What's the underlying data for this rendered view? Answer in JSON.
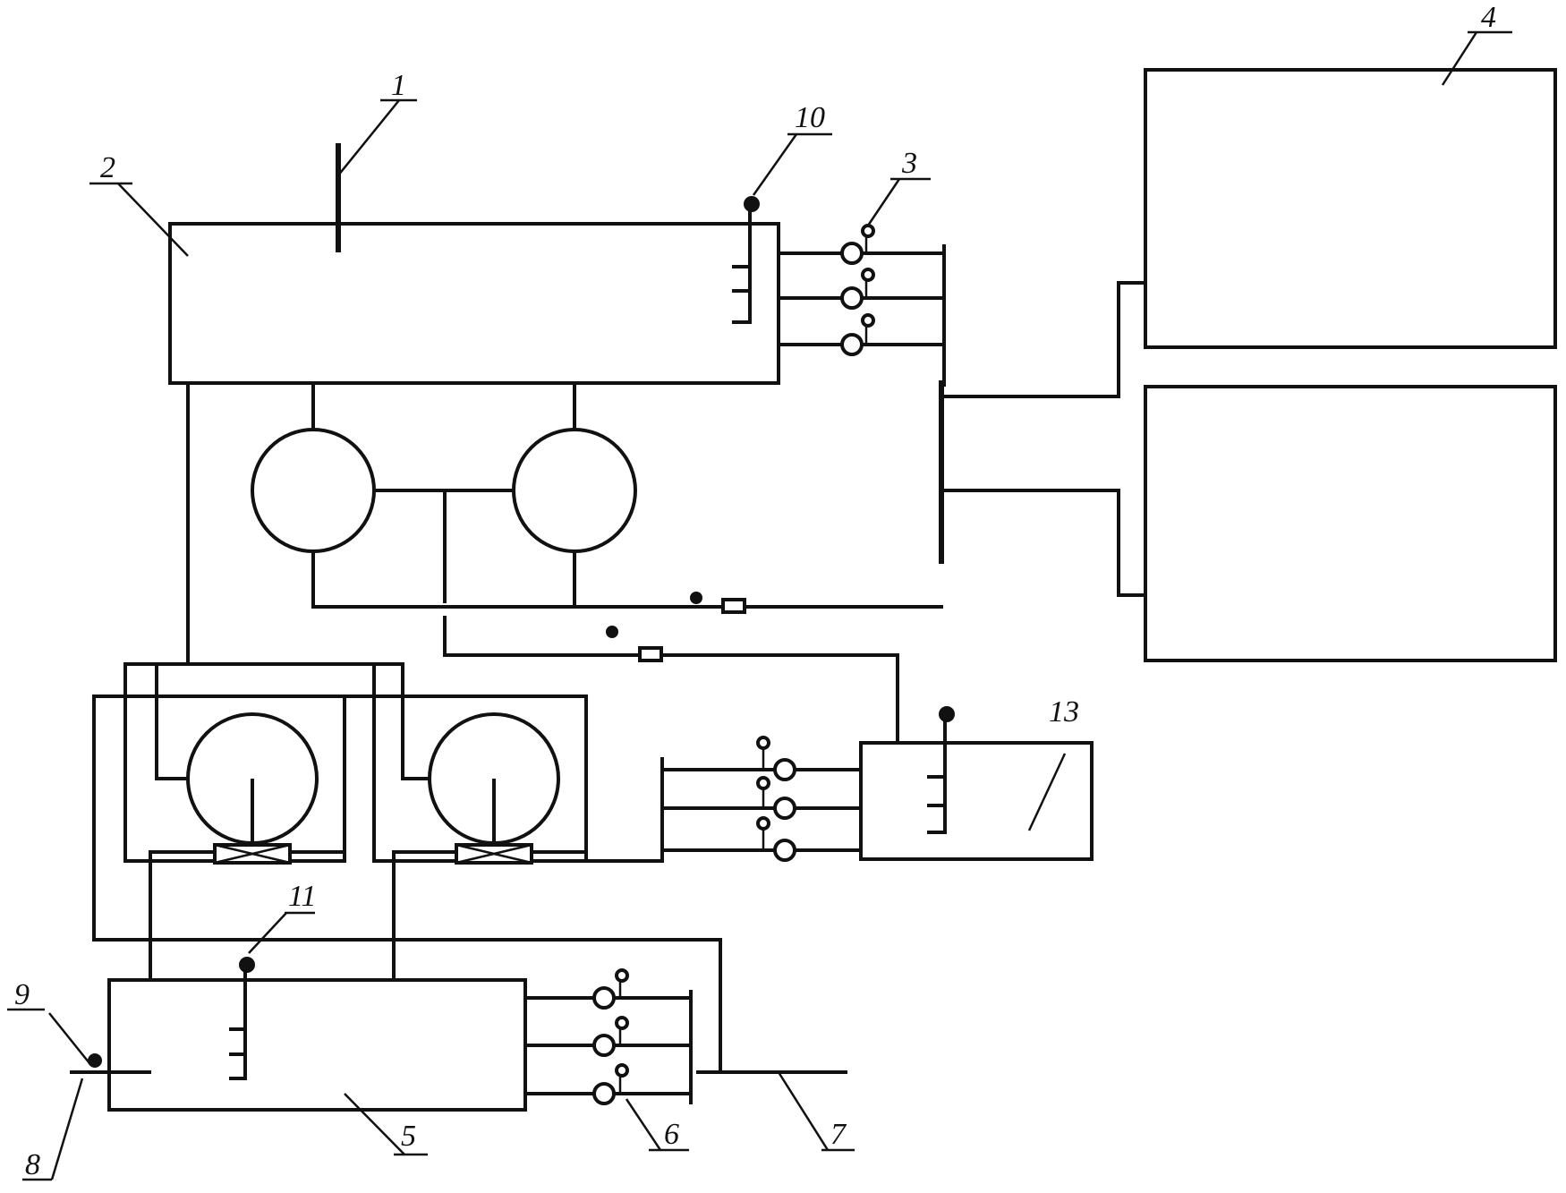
{
  "labels": {
    "n1": "1",
    "n2": "2",
    "n3": "3",
    "n4": "4",
    "n5": "5",
    "n6": "6",
    "n7": "7",
    "n8": "8",
    "n9": "9",
    "n10": "10",
    "n11": "11",
    "n13": "13"
  },
  "colors": {
    "line": "#111111",
    "background": "#ffffff"
  }
}
